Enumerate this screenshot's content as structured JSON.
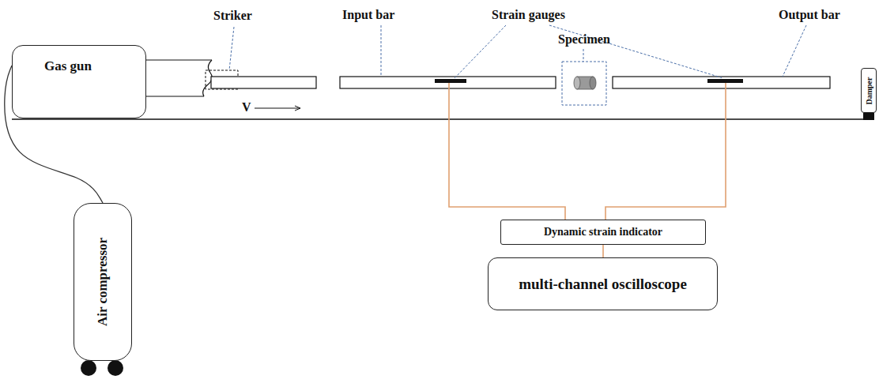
{
  "diagram": {
    "nodes": [
      {
        "text": [
          "Gas gun"
        ]
      },
      {
        "text": [
          "Damper"
        ]
      },
      {
        "text": [
          "Air compressor"
        ]
      },
      {
        "text": [
          "Dynamic strain indicator"
        ]
      },
      {
        "text": [
          "multi-channel oscilloscope"
        ]
      }
    ],
    "edges": [
      {
        "from": 0,
        "to": 2,
        "arrow": "none"
      },
      {
        "from": 3,
        "to": 4,
        "arrow": "none"
      }
    ],
    "labels": [
      "Striker",
      "Input bar",
      "Strain gauges",
      "Output bar",
      "Specimen",
      "V"
    ]
  }
}
